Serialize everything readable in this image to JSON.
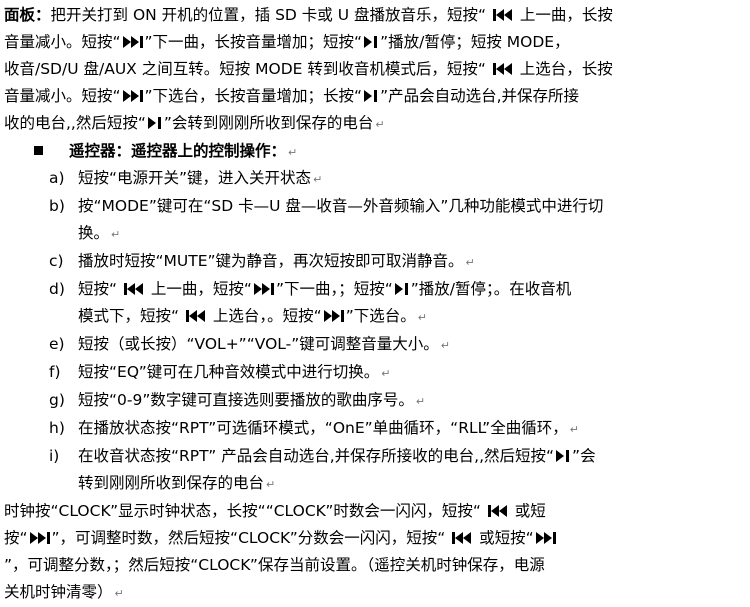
{
  "panel": {
    "heading": "面板：",
    "lines": [
      [
        "把开关打到 ON 开机的位置，插 SD 卡或 U 盘播放音乐，短按“ ",
        "prev",
        " 上一曲，长按"
      ],
      [
        "音量减小。短按“",
        "next",
        "”下一曲，长按音量增加；短按“",
        "playpause",
        "”播放/暂停；短按 MODE，"
      ],
      [
        "收音/SD/U 盘/AUX 之间互转。短按 MODE 转到收音机模式后，短按“ ",
        "prev",
        " 上选台，长按"
      ],
      [
        "音量减小。短按“",
        "next",
        "”下选台，长按音量增加；长按“",
        "playpause",
        "”产品会自动选台,并保存所接"
      ],
      [
        "收的电台,,然后短按“",
        "playpause",
        "”会转到刚刚所收到保存的电台"
      ]
    ]
  },
  "remote": {
    "heading": "遥控器：遥控器上的控制操作：",
    "items": [
      {
        "label": "a)",
        "lines": [
          [
            "短按“电源开关”键，进入关开状态"
          ]
        ]
      },
      {
        "label": "b)",
        "lines": [
          [
            "按“MODE”键可在“SD 卡—U 盘—收音—外音频输入”几种功能模式中进行切"
          ],
          [
            "换。"
          ]
        ]
      },
      {
        "label": "c)",
        "lines": [
          [
            "播放时短按“MUTE”键为静音，再次短按即可取消静音。"
          ]
        ]
      },
      {
        "label": "d)",
        "lines": [
          [
            "短按“ ",
            "prev",
            " 上一曲，短按“",
            "next",
            "”下一曲，；短按“",
            "playpause",
            "”播放/暂停；。在收音机"
          ],
          [
            "模式下，短按“ ",
            "prev",
            " 上选台，。短按“",
            "next",
            "”下选台。"
          ]
        ]
      },
      {
        "label": "e)",
        "lines": [
          [
            "短按（或长按）“VOL+”“VOL-”键可调整音量大小。"
          ]
        ]
      },
      {
        "label": "f)",
        "lines": [
          [
            "短按“EQ”键可在几种音效模式中进行切换。"
          ]
        ]
      },
      {
        "label": "g)",
        "lines": [
          [
            "短按“0-9”数字键可直接选则要播放的歌曲序号。"
          ]
        ]
      },
      {
        "label": "h)",
        "lines": [
          [
            "在播放状态按“RPT”可选循环模式，“OnE”单曲循环，“RLL”全曲循环，"
          ]
        ]
      },
      {
        "label": "i)",
        "lines": [
          [
            "在收音状态按“RPT”  产品会自动选台,并保存所接收的电台,,然后短按“",
            "playpause",
            "”会"
          ],
          [
            "转到刚刚所收到保存的电台"
          ]
        ]
      }
    ]
  },
  "clock": {
    "lines": [
      [
        "时钟按“CLOCK”显示时钟状态，长按““CLOCK”时数会一闪闪，短按“ ",
        "prev",
        " 或短"
      ],
      [
        "按“",
        "next",
        "”，可调整时数，然后短按“CLOCK”分数会一闪闪，短按“ ",
        "prev",
        " 或短按“",
        "next",
        ""
      ],
      [
        "”，可调整分数，；然后短按“CLOCK”保存当前设置。（遥控关机时钟保存，电源"
      ],
      [
        "关机时钟清零）"
      ]
    ]
  },
  "return_mark": "↵",
  "icons": {
    "prev": "prev-track-icon",
    "next": "next-track-icon",
    "playpause": "play-pause-icon"
  }
}
